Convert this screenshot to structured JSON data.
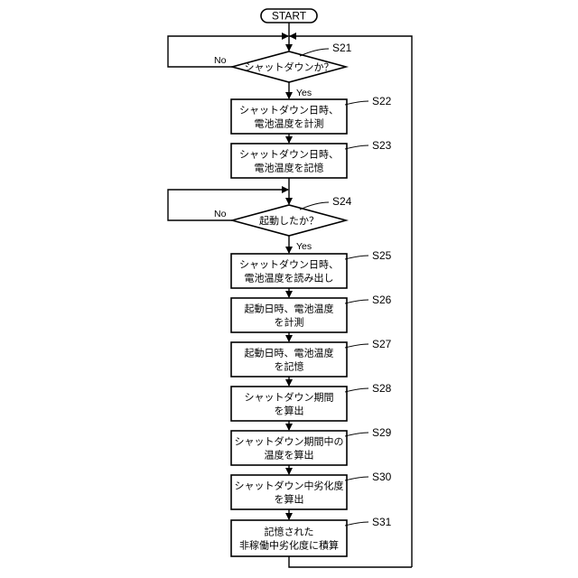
{
  "start": {
    "label": "START"
  },
  "steps": [
    {
      "id": "S21",
      "type": "decision",
      "lines": [
        "シャットダウンか？"
      ],
      "no": "No",
      "yes": "Yes"
    },
    {
      "id": "S22",
      "type": "process",
      "lines": [
        "シャットダウン日時、",
        "電池温度を計測"
      ]
    },
    {
      "id": "S23",
      "type": "process",
      "lines": [
        "シャットダウン日時、",
        "電池温度を記憶"
      ]
    },
    {
      "id": "S24",
      "type": "decision",
      "lines": [
        "起動したか？"
      ],
      "no": "No",
      "yes": "Yes"
    },
    {
      "id": "S25",
      "type": "process",
      "lines": [
        "シャットダウン日時、",
        "電池温度を読み出し"
      ]
    },
    {
      "id": "S26",
      "type": "process",
      "lines": [
        "起動日時、電池温度",
        "を計測"
      ]
    },
    {
      "id": "S27",
      "type": "process",
      "lines": [
        "起動日時、電池温度",
        "を記憶"
      ]
    },
    {
      "id": "S28",
      "type": "process",
      "lines": [
        "シャットダウン期間",
        "を算出"
      ]
    },
    {
      "id": "S29",
      "type": "process",
      "lines": [
        "シャットダウン期間中の",
        "温度を算出"
      ]
    },
    {
      "id": "S30",
      "type": "process",
      "lines": [
        "シャットダウン中劣化度",
        "を算出"
      ]
    },
    {
      "id": "S31",
      "type": "process",
      "lines": [
        "記憶された",
        "非稼働中劣化度に積算"
      ]
    }
  ]
}
